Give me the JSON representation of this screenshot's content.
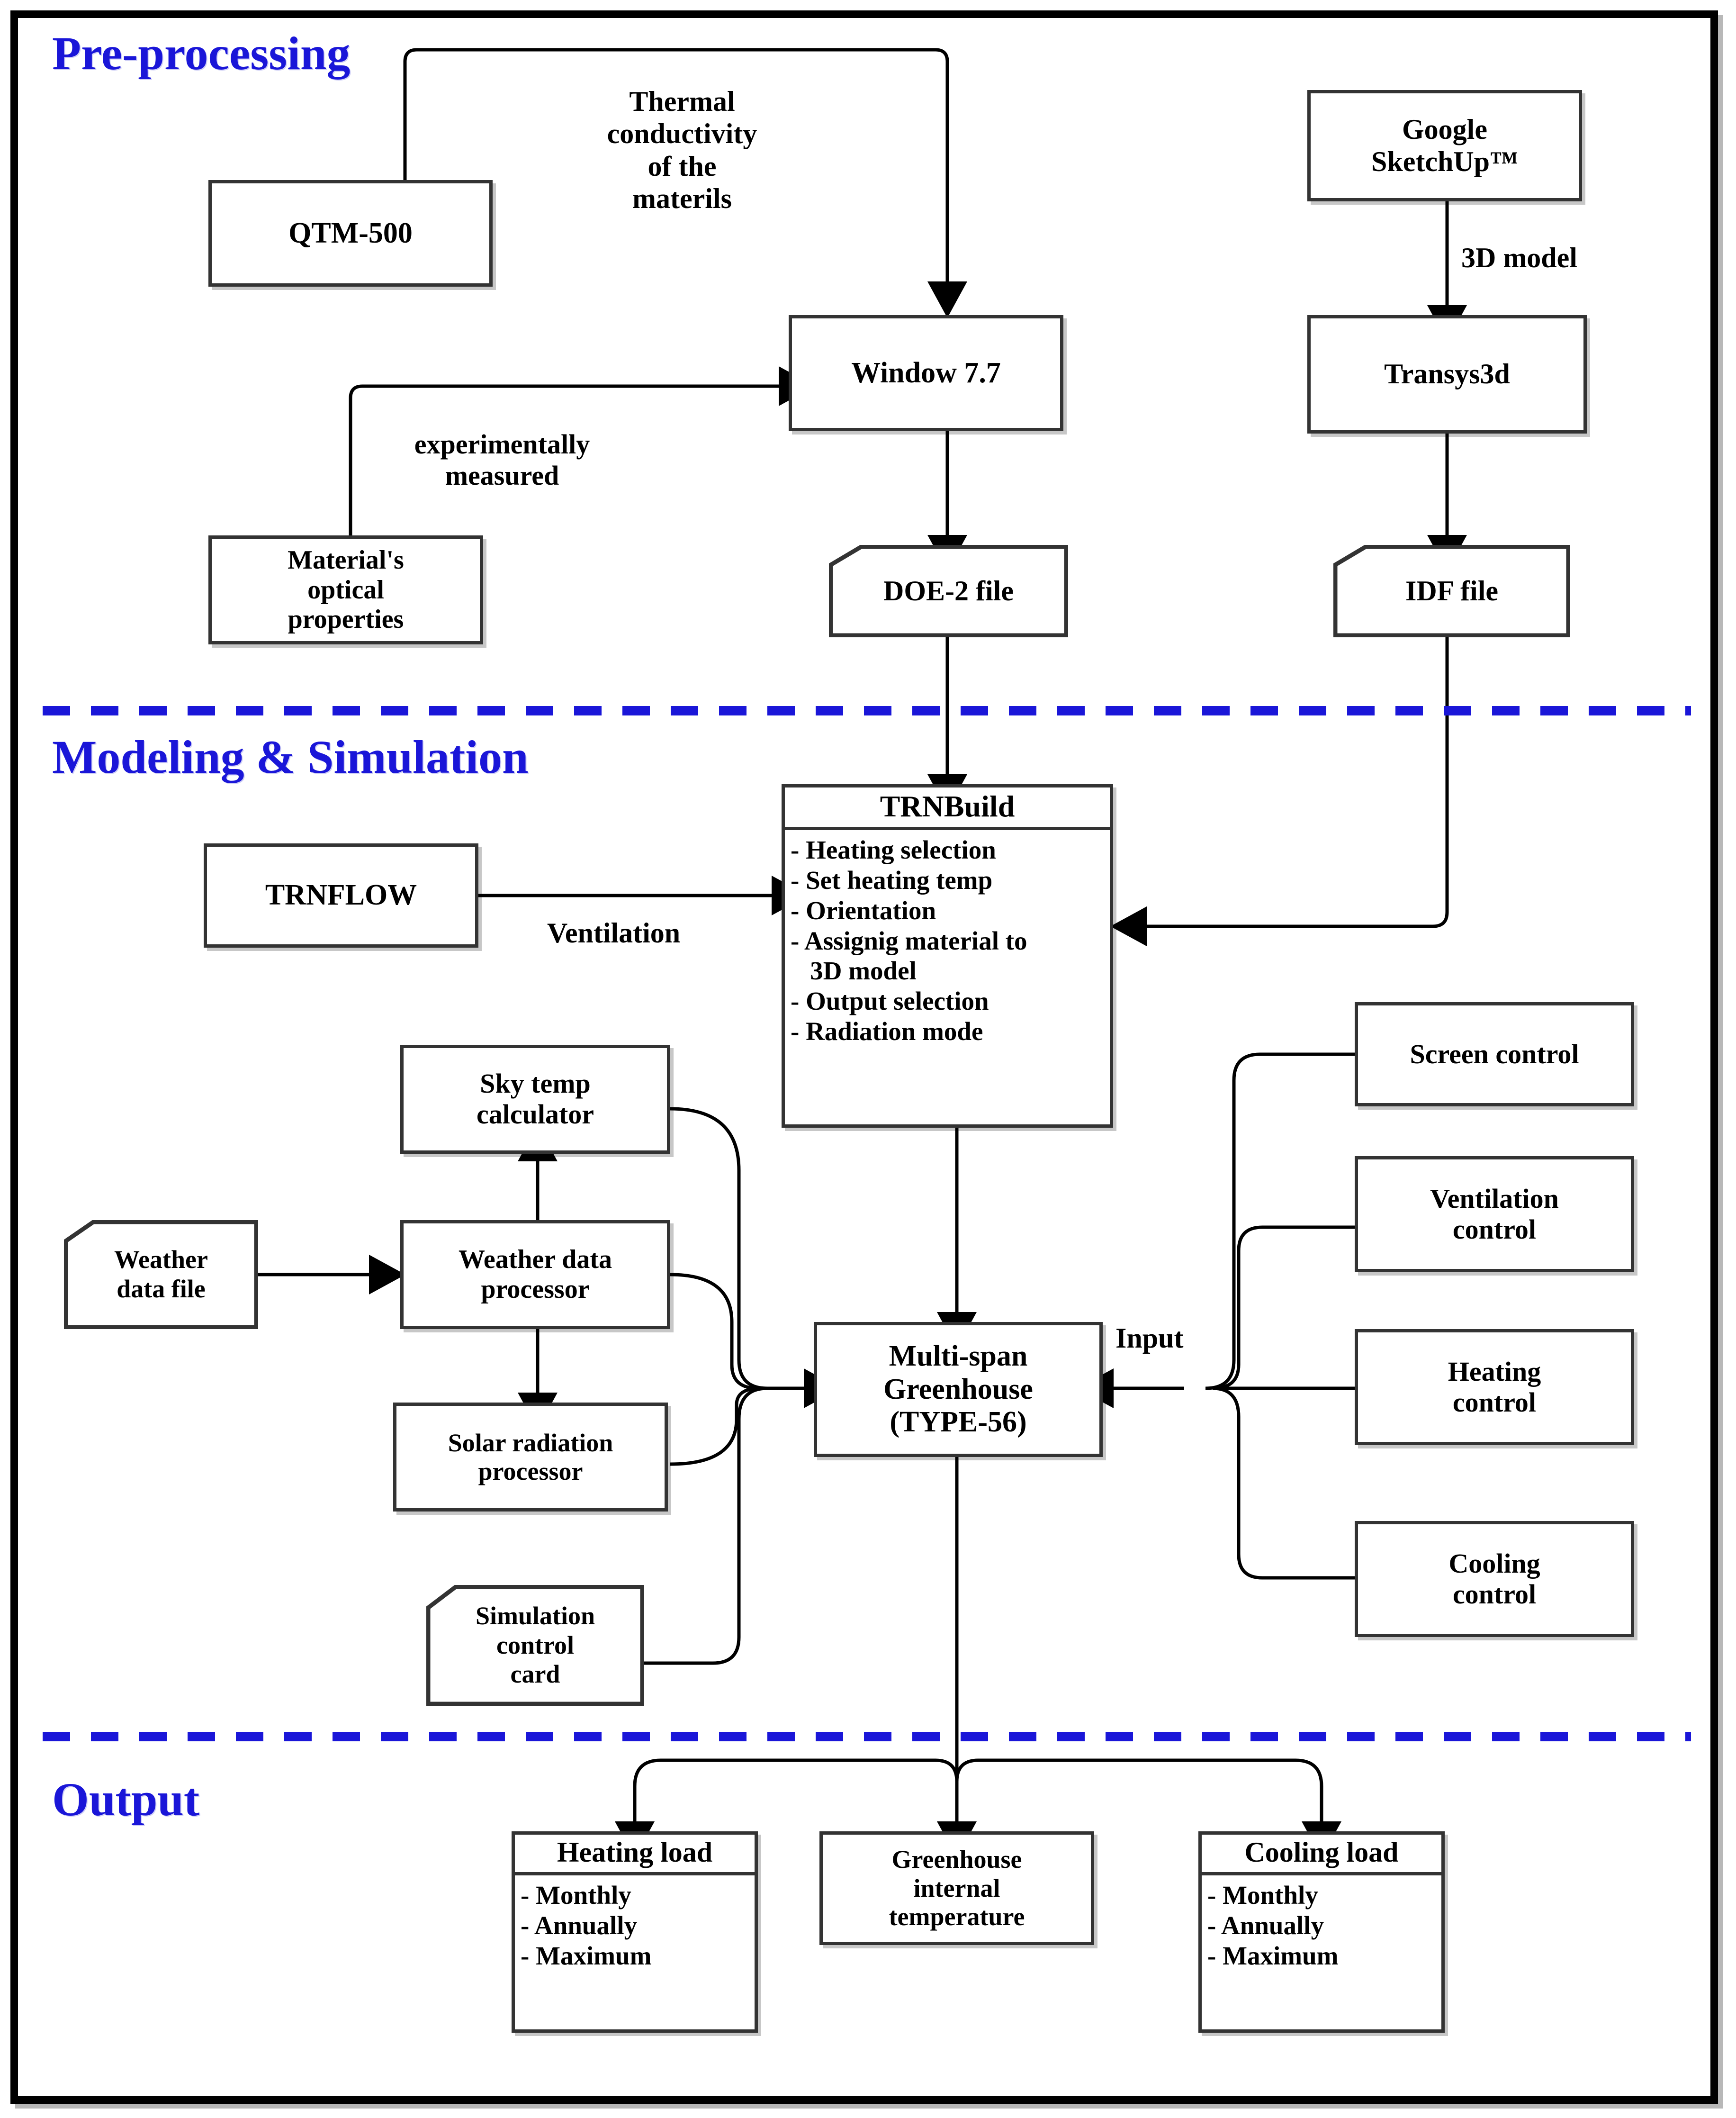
{
  "frame": {
    "border_color": "#000000"
  },
  "colors": {
    "section_label": "#1a16d8",
    "divider": "#1a16d8",
    "box_border": "#333333",
    "arrow": "#000000"
  },
  "sections": [
    {
      "id": "pre-processing",
      "label": "Pre-processing"
    },
    {
      "id": "modeling-simulation",
      "label": "Modeling & Simulation"
    },
    {
      "id": "output",
      "label": "Output"
    }
  ],
  "nodes": {
    "qtm500": {
      "label": "QTM-500"
    },
    "material_optical": {
      "label": "Material's\noptical\nproperties"
    },
    "window77": {
      "label": "Window 7.7"
    },
    "doe2_file": {
      "label": "DOE-2 file"
    },
    "google_sketchup": {
      "label": "Google\nSketchUp™"
    },
    "transys3d": {
      "label": "Transys3d"
    },
    "idf_file": {
      "label": "IDF file"
    },
    "trnbuild": {
      "title": "TRNBuild",
      "items": [
        "- Heating selection",
        "- Set heating temp",
        "- Orientation",
        "- Assignig material to",
        "   3D model",
        "- Output selection",
        "- Radiation mode"
      ]
    },
    "trnflow": {
      "label": "TRNFLOW"
    },
    "sky_temp": {
      "label": "Sky temp\ncalculator"
    },
    "weather_file": {
      "label": "Weather\ndata file"
    },
    "weather_processor": {
      "label": "Weather data\nprocessor"
    },
    "solar_processor": {
      "label": "Solar radiation\nprocessor"
    },
    "sim_control_card": {
      "label": "Simulation\ncontrol\ncard"
    },
    "greenhouse": {
      "label": "Multi-span\nGreenhouse\n(TYPE-56)"
    },
    "screen_control": {
      "label": "Screen control"
    },
    "ventilation_control": {
      "label": "Ventilation\ncontrol"
    },
    "heating_control": {
      "label": "Heating\ncontrol"
    },
    "cooling_control": {
      "label": "Cooling\ncontrol"
    },
    "heating_load": {
      "title": "Heating load",
      "items": [
        "- Monthly",
        "- Annually",
        "- Maximum"
      ]
    },
    "greenhouse_temp": {
      "label": "Greenhouse\ninternal\ntemperature"
    },
    "cooling_load": {
      "title": "Cooling load",
      "items": [
        "- Monthly",
        "- Annually",
        "- Maximum"
      ]
    }
  },
  "edge_labels": {
    "thermal_conductivity": "Thermal\nconductivity\nof the\nmaterils",
    "experimentally_measured": "experimentally\nmeasured",
    "model_3d": "3D model",
    "ventilation": "Ventilation",
    "input": "Input"
  },
  "chart_data": {
    "type": "flowchart",
    "title": "",
    "swimlanes": [
      "Pre-processing",
      "Modeling & Simulation",
      "Output"
    ],
    "edges": [
      {
        "from": "qtm500",
        "to": "window77",
        "label": "Thermal conductivity of the materils"
      },
      {
        "from": "material_optical",
        "to": "window77",
        "label": "experimentally measured"
      },
      {
        "from": "window77",
        "to": "doe2_file",
        "label": ""
      },
      {
        "from": "doe2_file",
        "to": "trnbuild",
        "label": ""
      },
      {
        "from": "google_sketchup",
        "to": "transys3d",
        "label": "3D model"
      },
      {
        "from": "transys3d",
        "to": "idf_file",
        "label": ""
      },
      {
        "from": "idf_file",
        "to": "trnbuild",
        "label": ""
      },
      {
        "from": "trnflow",
        "to": "trnbuild",
        "label": "Ventilation"
      },
      {
        "from": "trnbuild",
        "to": "greenhouse",
        "label": ""
      },
      {
        "from": "weather_file",
        "to": "weather_processor",
        "label": ""
      },
      {
        "from": "weather_processor",
        "to": "sky_temp",
        "label": ""
      },
      {
        "from": "weather_processor",
        "to": "solar_processor",
        "label": ""
      },
      {
        "from": "sky_temp",
        "to": "greenhouse",
        "label": ""
      },
      {
        "from": "weather_processor",
        "to": "greenhouse",
        "label": ""
      },
      {
        "from": "solar_processor",
        "to": "greenhouse",
        "label": ""
      },
      {
        "from": "sim_control_card",
        "to": "greenhouse",
        "label": ""
      },
      {
        "from": "screen_control",
        "to": "greenhouse",
        "label": "Input"
      },
      {
        "from": "ventilation_control",
        "to": "greenhouse",
        "label": "Input"
      },
      {
        "from": "heating_control",
        "to": "greenhouse",
        "label": "Input"
      },
      {
        "from": "cooling_control",
        "to": "greenhouse",
        "label": "Input"
      },
      {
        "from": "greenhouse",
        "to": "heating_load",
        "label": ""
      },
      {
        "from": "greenhouse",
        "to": "greenhouse_temp",
        "label": ""
      },
      {
        "from": "greenhouse",
        "to": "cooling_load",
        "label": ""
      }
    ]
  }
}
